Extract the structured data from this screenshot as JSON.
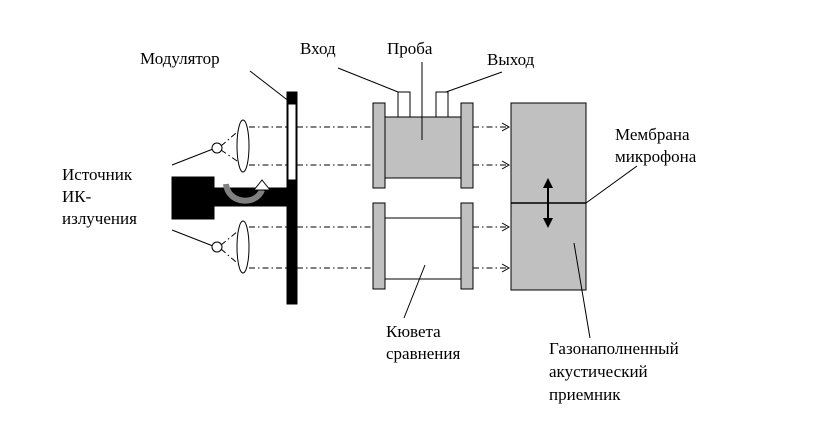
{
  "labels": {
    "modulator": "Модулятор",
    "inlet": "Вход",
    "sample": "Проба",
    "outlet": "Выход",
    "membrane_line1": "Мембрана",
    "membrane_line2": "микрофона",
    "source_line1": "Источник",
    "source_line2": "ИК-",
    "source_line3": "излучения",
    "reference_line1": "Кювета",
    "reference_line2": "сравнения",
    "detector_line1": "Газонаполненный",
    "detector_line2": "акустический",
    "detector_line3": "приемник"
  },
  "colors": {
    "fill_gray": "#c0c0c0",
    "fill_black": "#000000",
    "stroke": "#000000",
    "background": "#ffffff"
  }
}
